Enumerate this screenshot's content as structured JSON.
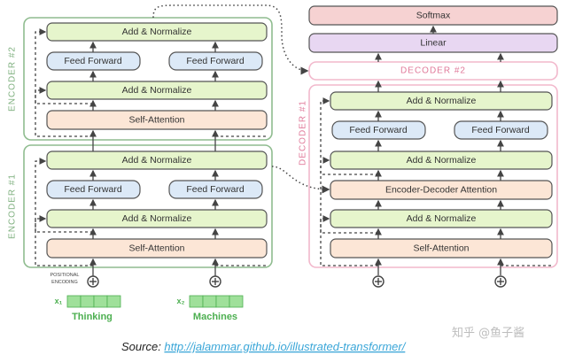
{
  "encoder2": {
    "title": "ENCODER #2",
    "add_norm_top": "Add & Normalize",
    "ff_left": "Feed Forward",
    "ff_right": "Feed Forward",
    "add_norm_bottom": "Add & Normalize",
    "self_attention": "Self-Attention"
  },
  "encoder1": {
    "title": "ENCODER #1",
    "add_norm_top": "Add & Normalize",
    "ff_left": "Feed Forward",
    "ff_right": "Feed Forward",
    "add_norm_bottom": "Add & Normalize",
    "self_attention": "Self-Attention"
  },
  "decoder2": {
    "title": "DECODER #2"
  },
  "decoder1": {
    "title": "DECODER #1",
    "add_norm_top": "Add & Normalize",
    "ff_left": "Feed Forward",
    "ff_right": "Feed Forward",
    "add_norm_mid": "Add & Normalize",
    "enc_dec_attention": "Encoder-Decoder Attention",
    "add_norm_bottom": "Add & Normalize",
    "self_attention": "Self-Attention"
  },
  "top": {
    "softmax": "Softmax",
    "linear": "Linear"
  },
  "inputs": {
    "positional_line1": "POSITIONAL",
    "positional_line2": "ENCODING",
    "x1": "x₁",
    "x2": "x₂",
    "word1": "Thinking",
    "word2": "Machines"
  },
  "caption": {
    "prefix": "Source: ",
    "link": "http://jalammar.github.io/illustrated-transformer/"
  },
  "watermark": "知乎 @鱼子酱",
  "colors": {
    "encoder_border": "#8fbc8f",
    "decoder_border": "#f2b8cc",
    "add_norm": "#e6f5cc",
    "feed_forward": "#dce9f7",
    "attention": "#fce6d6",
    "softmax": "#f6d2d2",
    "linear": "#e8d7f2",
    "token": "#9fe09a"
  }
}
